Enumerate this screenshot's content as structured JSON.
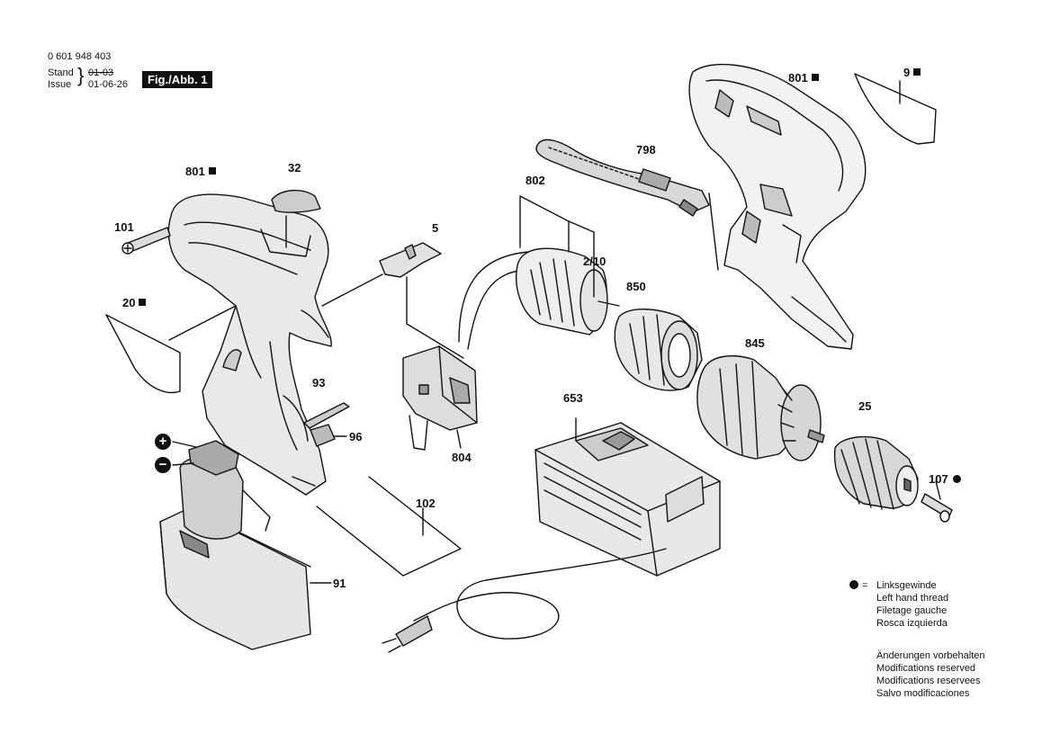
{
  "header": {
    "part_number": "0 601 948 403",
    "stand_label": "Stand",
    "issue_label": "Issue",
    "stand_value": "01-03",
    "issue_value": "01-06-26",
    "figure_label": "Fig./Abb. 1"
  },
  "parts": {
    "p801a": "801",
    "p32": "32",
    "p101": "101",
    "p5": "5",
    "p802": "802",
    "p210": "2/10",
    "p798": "798",
    "p801b": "801",
    "p9": "9",
    "p20": "20",
    "p850": "850",
    "p845": "845",
    "p93": "93",
    "p96": "96",
    "p804": "804",
    "p653": "653",
    "p25": "25",
    "p107": "107",
    "p102": "102",
    "p91": "91",
    "plus": "+",
    "minus": "−"
  },
  "legend": {
    "symbol": "=",
    "lines": [
      "Linksgewinde",
      "Left hand thread",
      "Filetage gauche",
      "Rosca izquierda"
    ]
  },
  "notes": {
    "lines": [
      "Änderungen vorbehalten",
      "Modifications reserved",
      "Modifications reservees",
      "Salvo modificaciones"
    ]
  }
}
